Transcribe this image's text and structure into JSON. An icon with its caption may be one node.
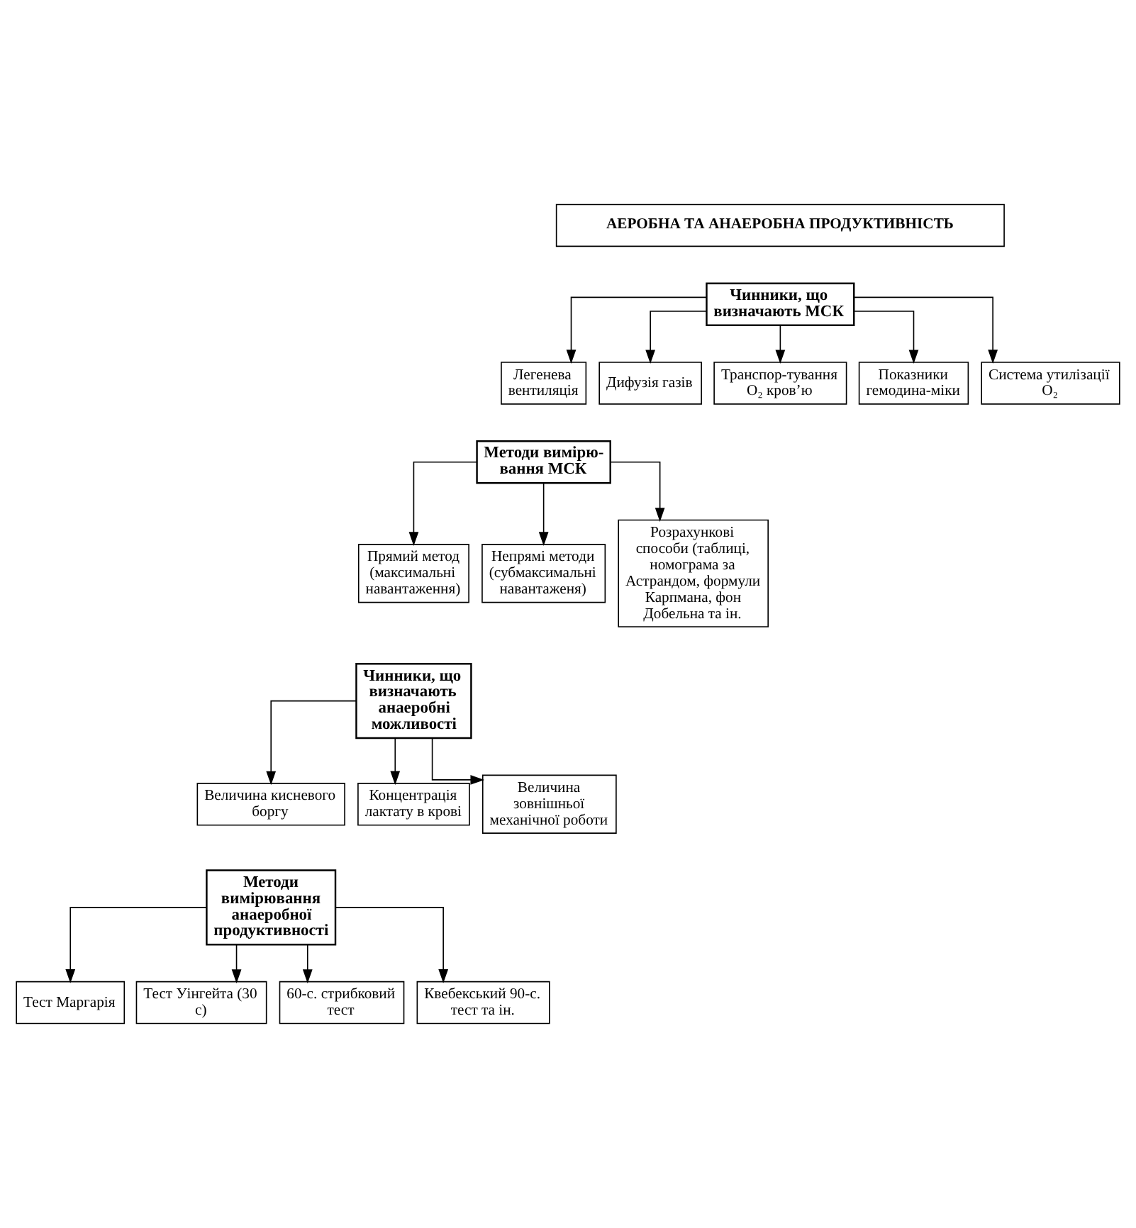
{
  "diagram": {
    "nodes": [
      {
        "text": [
          "АЕРОБНА ТА АНАЕРОБНА ПРОДУКТИВНІСТЬ"
        ]
      },
      {
        "text": [
          "Чинники, що визначають МСК"
        ]
      },
      {
        "text": [
          "Легенева вентиляція"
        ]
      },
      {
        "text": [
          "Дифузія газів"
        ]
      },
      {
        "text": [
          "Транспор-тування O₂ кров’ю"
        ]
      },
      {
        "text": [
          "Показники гемодина-міки"
        ]
      },
      {
        "text": [
          "Система утилізації O₂"
        ]
      },
      {
        "text": [
          "Методи вимірю-вання МСК"
        ]
      },
      {
        "text": [
          "Прямий метод (максимальні навантаження)"
        ]
      },
      {
        "text": [
          "Непрямі методи (субмаксимальні навантаженя)"
        ]
      },
      {
        "text": [
          "Розрахункові способи (таблиці, номограма за Астрандом, формули Карпмана, фон Добельна та ін."
        ]
      },
      {
        "text": [
          "Чинники, що визначають анаеробні можливості"
        ]
      },
      {
        "text": [
          "Величина кисневого боргу"
        ]
      },
      {
        "text": [
          "Концентрація лактату в крові"
        ]
      },
      {
        "text": [
          "Величина зовнішньої механічної роботи"
        ]
      },
      {
        "text": [
          "Методи вимірювання анаеробної продуктивності"
        ]
      },
      {
        "text": [
          "Тест Маргарія"
        ]
      },
      {
        "text": [
          "Тест Уінгейта (30 с)"
        ]
      },
      {
        "text": [
          "60-с. стрибковий тест"
        ]
      },
      {
        "text": [
          "Квебекський 90-с. тест та ін."
        ]
      }
    ],
    "edges": [
      {
        "from": 1,
        "to": 2,
        "arrow": "to"
      },
      {
        "from": 1,
        "to": 3,
        "arrow": "to"
      },
      {
        "from": 1,
        "to": 4,
        "arrow": "to"
      },
      {
        "from": 1,
        "to": 5,
        "arrow": "to"
      },
      {
        "from": 1,
        "to": 6,
        "arrow": "to"
      },
      {
        "from": 7,
        "to": 8,
        "arrow": "to"
      },
      {
        "from": 7,
        "to": 9,
        "arrow": "to"
      },
      {
        "from": 7,
        "to": 10,
        "arrow": "to"
      },
      {
        "from": 11,
        "to": 12,
        "arrow": "to"
      },
      {
        "from": 11,
        "to": 13,
        "arrow": "to"
      },
      {
        "from": 11,
        "to": 14,
        "arrow": "to"
      },
      {
        "from": 15,
        "to": 16,
        "arrow": "to"
      },
      {
        "from": 15,
        "to": 17,
        "arrow": "to"
      },
      {
        "from": 15,
        "to": 18,
        "arrow": "to"
      },
      {
        "from": 15,
        "to": 19,
        "arrow": "to"
      }
    ]
  }
}
